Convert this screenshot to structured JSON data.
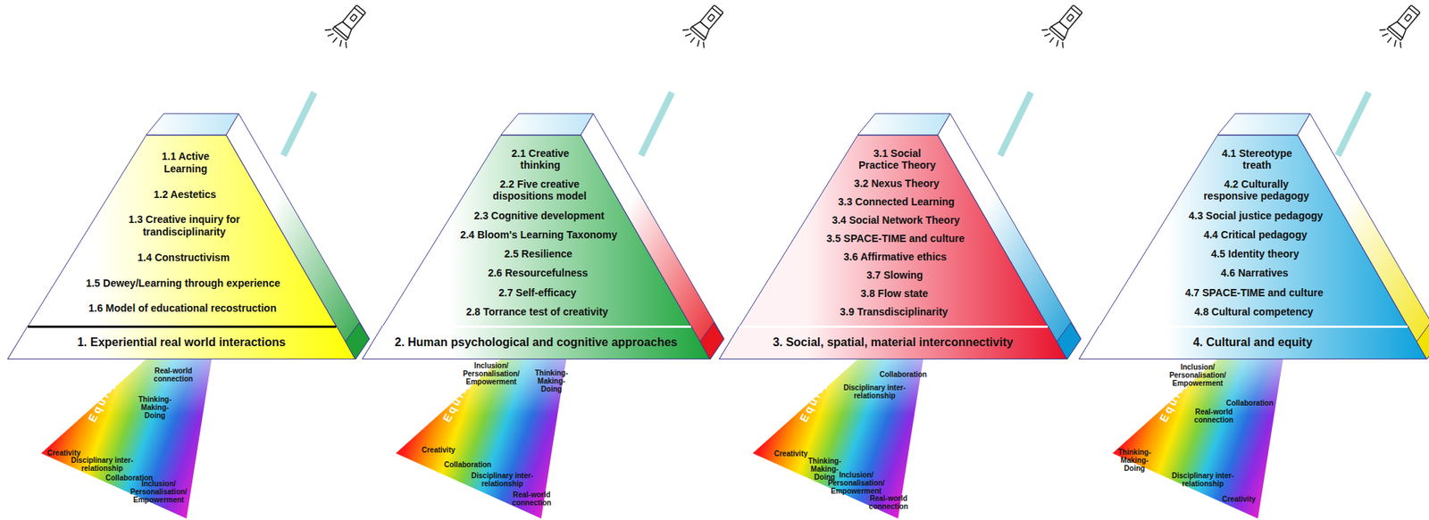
{
  "diagram": {
    "nodes": [
      {
        "text": [
          "1.1 Active Learning",
          "1.2 Aestetics",
          "1.3 Creative inquiry for trandisciplinarity",
          "1.4 Constructivism",
          "1.5 Dewey/Learning through experience",
          "1.6 Model of educational recostruction"
        ]
      },
      {
        "text": [
          "1. Experiential real world interactions"
        ],
        "in": 0
      },
      {
        "text": [
          "Equity",
          "Real-world connection",
          "Thinking- Making- Doing",
          "Creativity",
          "Disciplinary inter-relationship",
          "Collaboration",
          "Inclusion/ Personalisation/ Empowerment"
        ]
      },
      {
        "text": [
          "2.1 Creative thinking",
          "2.2 Five creative dispositions model",
          "2.3 Cognitive development",
          "2.4 Bloom's Learning Taxonomy",
          "2.5 Resilience",
          "2.6 Resourcefulness",
          "2.7 Self-efficacy",
          "2.8 Torrance test of creativity"
        ]
      },
      {
        "text": [
          "2. Human psychological and cognitive approaches"
        ],
        "in": 3
      },
      {
        "text": [
          "Equity",
          "Inclusion/ Personalisation/ Empowerment",
          "Thinking- Making- Doing",
          "Creativity",
          "Collaboration",
          "Disciplinary inter-relationship",
          "Real-world connection"
        ]
      },
      {
        "text": [
          "3.1 Social Practice Theory",
          "3.2 Nexus Theory",
          "3.3 Connected Learning",
          "3.4 Social Network Theory",
          "3.5 SPACE-TIME and culture",
          "3.6 Affirmative ethics",
          "3.7 Slowing",
          "3.8 Flow state",
          "3.9 Transdisciplinarity"
        ]
      },
      {
        "text": [
          "3. Social, spatial, material interconnectivity"
        ],
        "in": 6
      },
      {
        "text": [
          "Equity",
          "Collaboration",
          "Disciplinary inter-relationship",
          "Creativity",
          "Thinking- Making- Doing",
          "Inclusion/ Personalisation/ Empowerment",
          "Real-world connection"
        ]
      },
      {
        "text": [
          "4.1 Stereotype treath",
          "4.2 Culturally responsive pedagogy",
          "4.3 Social justice pedagogy",
          "4.4 Critical pedagogy",
          "4.5 Identity theory",
          "4.6 Narratives",
          "4.7 SPACE-TIME and culture",
          "4.8 Cultural competency"
        ]
      },
      {
        "text": [
          "4. Cultural and equity"
        ],
        "in": 9
      },
      {
        "text": [
          "Equity",
          "Inclusion/ Personalisation/ Empowerment",
          "Collaboration",
          "Real-world connection",
          "Thinking- Making- Doing",
          "Disciplinary inter-relationship",
          "Creativity"
        ]
      }
    ]
  }
}
